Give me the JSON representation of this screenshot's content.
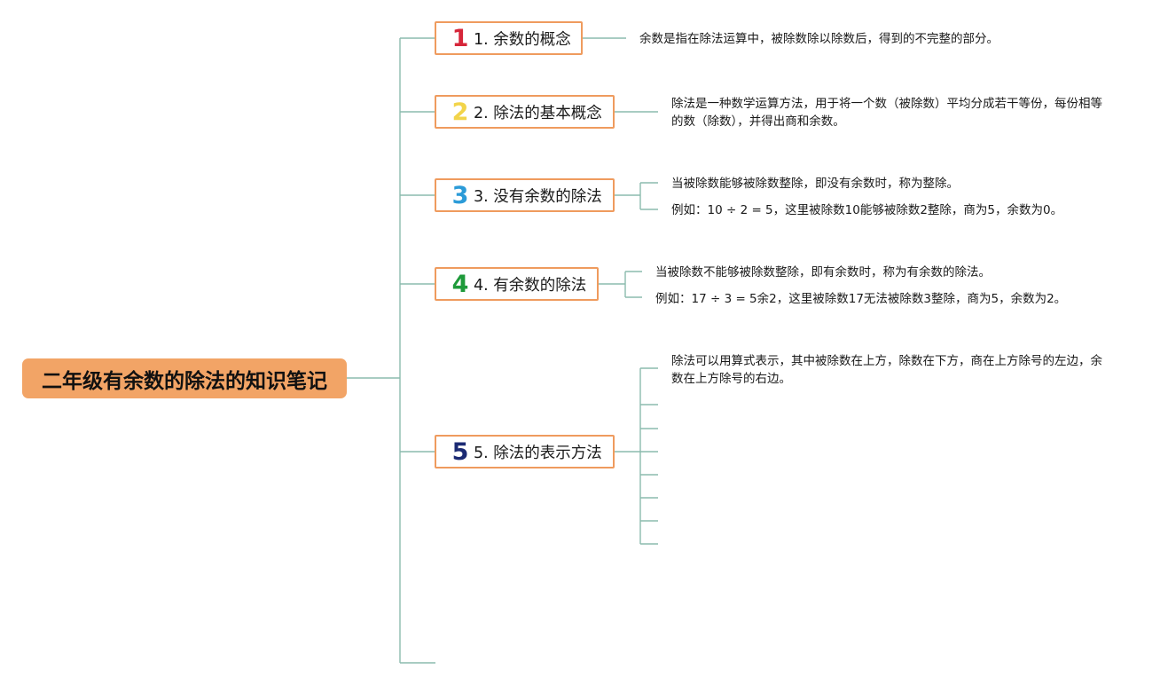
{
  "root": {
    "title": "二年级有余数的除法的知识笔记"
  },
  "topics": [
    {
      "number": "1",
      "number_color": "#d6263a",
      "label": "1. 余数的概念"
    },
    {
      "number": "2",
      "number_color": "#f2d44a",
      "label": "2. 除法的基本概念"
    },
    {
      "number": "3",
      "number_color": "#2b9bd8",
      "label": "3. 没有余数的除法"
    },
    {
      "number": "4",
      "number_color": "#1e9a3a",
      "label": "4. 有余数的除法"
    },
    {
      "number": "5",
      "number_color": "#1b2a73",
      "label": "5. 除法的表示方法"
    }
  ],
  "notes": {
    "t1": [
      "余数是指在除法运算中，被除数除以除数后，得到的不完整的部分。"
    ],
    "t2": [
      "除法是一种数学运算方法，用于将一个数（被除数）平均分成若干等份，每份相等的数（除数），并得出商和余数。"
    ],
    "t3": [
      "当被除数能够被除数整除，即没有余数时，称为整除。",
      "例如：10 ÷ 2 = 5，这里被除数10能够被除数2整除，商为5，余数为0。"
    ],
    "t4": [
      "当被除数不能够被除数整除，即有余数时，称为有余数的除法。",
      "例如：17 ÷ 3 = 5余2，这里被除数17无法被除数3整除，商为5，余数为2。"
    ],
    "t5": [
      "除法可以用算式表示，其中被除数在上方，除数在下方，商在上方除号的左边，余数在上方除号的右边。"
    ]
  },
  "colors": {
    "root_fill": "#f2a466",
    "topic_border": "#ef9b5e",
    "connector": "#8cbbad"
  }
}
